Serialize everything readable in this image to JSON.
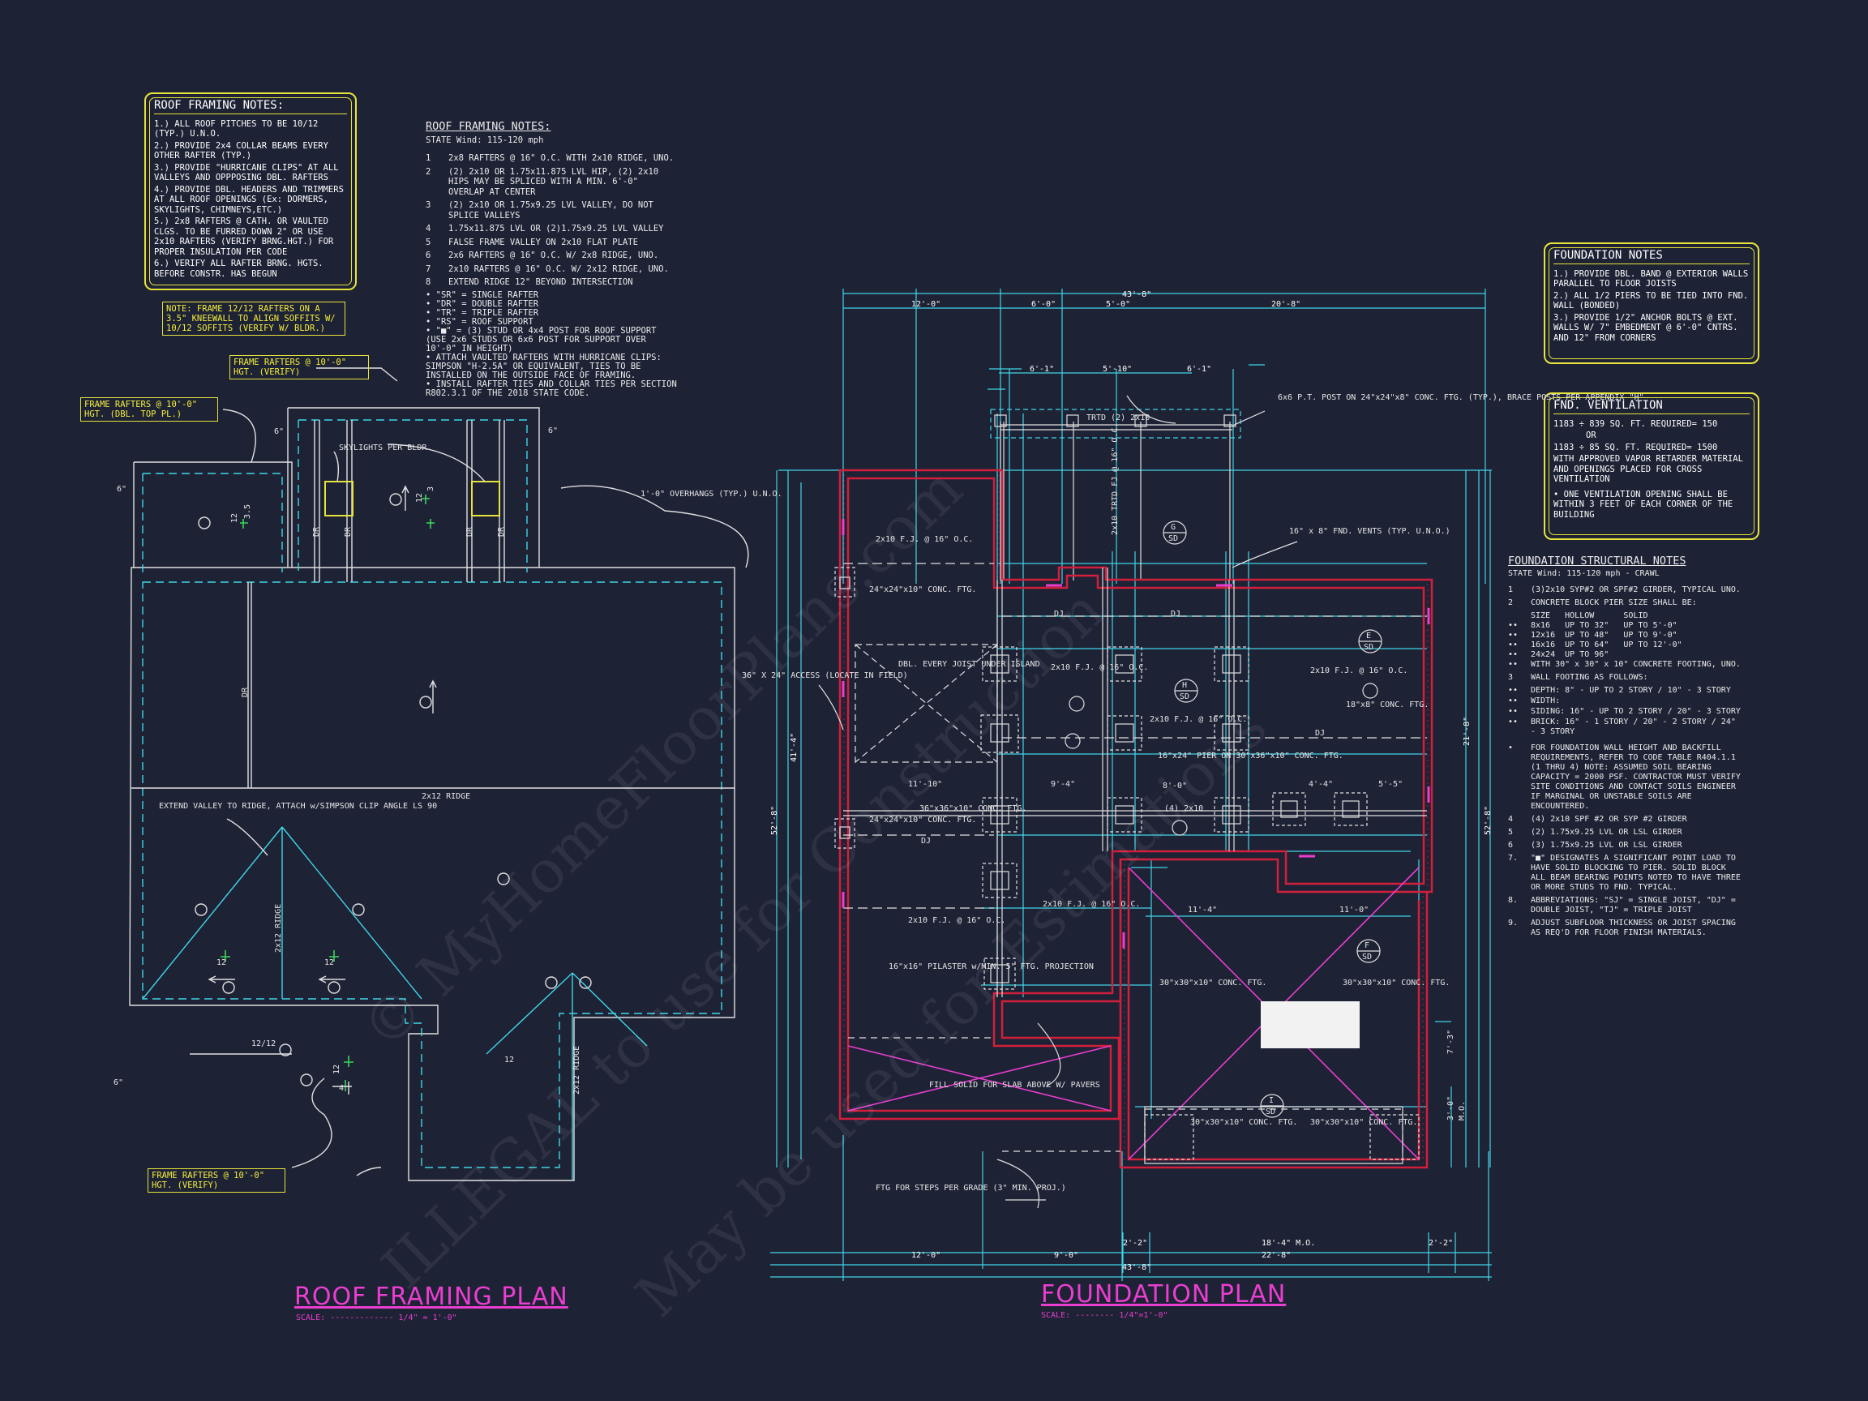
{
  "roof_notes_box": {
    "title": "ROOF FRAMING NOTES:",
    "items": [
      "1.) ALL ROOF PITCHES TO BE 10/12 (TYP.) U.N.O.",
      "2.) PROVIDE 2x4 COLLAR BEAMS EVERY OTHER RAFTER (TYP.)",
      "3.) PROVIDE \"HURRICANE CLIPS\" AT ALL VALLEYS AND OPPPOSING DBL. RAFTERS",
      "4.) PROVIDE DBL. HEADERS AND TRIMMERS AT ALL ROOF OPENINGS (Ex: DORMERS, SKYLIGHTS, CHIMNEYS,ETC.)",
      "5.) 2x8 RAFTERS @ CATH. OR VAULTED CLGS. TO BE FURRED DOWN 2\" OR USE 2x10 RAFTERS (VERIFY BRNG.HGT.) FOR PROPER INSULATION PER CODE",
      "6.) VERIFY ALL RAFTER BRNG. HGTS. BEFORE CONSTR. HAS BEGUN"
    ]
  },
  "roof_notes_yellow": [
    "NOTE: FRAME 12/12 RAFTERS ON A 3.5\" KNEEWALL TO ALIGN SOFFITS W/ 10/12 SOFFITS (VERIFY W/ BLDR.)",
    "FRAME RAFTERS @ 10'-0\" HGT. (VERIFY)",
    "FRAME RAFTERS @ 10'-0\" HGT. (DBL. TOP PL.)",
    "FRAME RAFTERS @ 10'-0\" HGT. (VERIFY)"
  ],
  "roof_framing_notes": {
    "title": "ROOF FRAMING NOTES:",
    "state": "STATE Wind: 115-120 mph",
    "items": [
      {
        "n": "1",
        "t": "2x8 RAFTERS @ 16\" O.C. WITH 2x10 RIDGE, UNO."
      },
      {
        "n": "2",
        "t": "(2) 2x10 OR 1.75x11.875 LVL HIP, (2) 2x10 HIPS MAY BE SPLICED WITH A MIN. 6'-0\" OVERLAP AT CENTER"
      },
      {
        "n": "3",
        "t": "(2) 2x10 OR 1.75x9.25 LVL VALLEY, DO NOT SPLICE VALLEYS"
      },
      {
        "n": "4",
        "t": "1.75x11.875 LVL OR (2)1.75x9.25 LVL VALLEY"
      },
      {
        "n": "5",
        "t": "FALSE FRAME VALLEY ON 2x10 FLAT PLATE"
      },
      {
        "n": "6",
        "t": "2x6 RAFTERS @ 16\" O.C. W/ 2x8 RIDGE, UNO."
      },
      {
        "n": "7",
        "t": "2x10 RAFTERS @ 16\" O.C. W/ 2x12 RIDGE, UNO."
      },
      {
        "n": "8",
        "t": "EXTEND RIDGE 12\" BEYOND INTERSECTION"
      }
    ],
    "bullets": [
      "\"SR\" = SINGLE RAFTER",
      "\"DR\" = DOUBLE RAFTER",
      "\"TR\" = TRIPLE RAFTER",
      "\"RS\" = ROOF SUPPORT",
      "\"■\" = (3) STUD OR 4x4 POST FOR ROOF SUPPORT (USE 2x6 STUDS OR 6x6 POST FOR SUPPORT OVER 10'-0\" IN HEIGHT)",
      "ATTACH VAULTED RAFTERS WITH HURRICANE CLIPS: SIMPSON \"H-2.5A\" OR EQUIVALENT, TIES TO BE INSTALLED ON THE OUTSIDE FACE OF FRAMING.",
      "INSTALL RAFTER TIES AND COLLAR TIES PER SECTION R802.3.1 OF THE 2018 STATE CODE."
    ]
  },
  "foundation_notes_box": {
    "title": "FOUNDATION NOTES",
    "items": [
      "1.) PROVIDE DBL. BAND @ EXTERIOR WALLS PARALLEL TO FLOOR JOISTS",
      "2.) ALL 1/2 PIERS TO BE TIED INTO FND. WALL (BONDED)",
      "3.) PROVIDE 1/2\" ANCHOR BOLTS @ EXT. WALLS W/ 7\" EMBEDMENT @ 6'-0\" CNTRS. AND 12\" FROM CORNERS"
    ]
  },
  "fnd_ventilation_box": {
    "title": "FND. VENTILATION",
    "items": [
      "1183 ÷ 839 SQ. FT. REQUIRED= 150",
      "OR",
      "1183 ÷ 85 SQ. FT. REQUIRED= 1500",
      "WITH APPROVED VAPOR RETARDER MATERIAL AND OPENINGS PLACED FOR CROSS VENTILATION",
      "• ONE VENTILATION OPENING SHALL BE WITHIN 3 FEET OF EACH CORNER OF THE BUILDING"
    ]
  },
  "foundation_structural_notes": {
    "title": "FOUNDATION STRUCTURAL NOTES",
    "state": "STATE Wind: 115-120 mph - CRAWL",
    "items": [
      {
        "n": "1",
        "t": "(3)2x10 SYP#2 OR SPF#2 GIRDER, TYPICAL UNO."
      },
      {
        "n": "2",
        "t": "CONCRETE BLOCK PIER SIZE SHALL BE:"
      },
      {
        "n": "",
        "t": "SIZE   HOLLOW      SOLID"
      },
      {
        "n": "••",
        "t": "8x16   UP TO 32\"   UP TO 5'-0\""
      },
      {
        "n": "••",
        "t": "12x16  UP TO 48\"   UP TO 9'-0\""
      },
      {
        "n": "••",
        "t": "16x16  UP TO 64\"   UP TO 12'-0\""
      },
      {
        "n": "••",
        "t": "24x24  UP TO 96\""
      },
      {
        "n": "••",
        "t": "WITH 30\" x 30\" x 10\" CONCRETE FOOTING, UNO."
      },
      {
        "n": "3",
        "t": "WALL FOOTING AS FOLLOWS:"
      },
      {
        "n": "••",
        "t": "DEPTH:  8\" - UP TO 2 STORY / 10\" - 3 STORY"
      },
      {
        "n": "••",
        "t": "WIDTH:"
      },
      {
        "n": "••",
        "t": "SIDING:  16\" - UP TO 2 STORY / 20\" - 3 STORY"
      },
      {
        "n": "••",
        "t": "BRICK:  16\" - 1 STORY / 20\" - 2 STORY / 24\" - 3 STORY"
      },
      {
        "n": "•",
        "t": "FOR FOUNDATION WALL HEIGHT AND BACKFILL REQUIREMENTS, REFER TO CODE TABLE R404.1.1 (1 THRU 4) NOTE: ASSUMED SOIL BEARING CAPACITY = 2000 PSF. CONTRACTOR MUST VERIFY SITE CONDITIONS AND CONTACT SOILS ENGINEER IF MARGINAL OR UNSTABLE SOILS ARE ENCOUNTERED."
      },
      {
        "n": "4",
        "t": "(4) 2x10 SPF #2 OR SYP #2 GIRDER"
      },
      {
        "n": "5",
        "t": "(2) 1.75x9.25 LVL OR LSL GIRDER"
      },
      {
        "n": "6",
        "t": "(3) 1.75x9.25 LVL OR LSL GIRDER"
      },
      {
        "n": "7.",
        "t": "\"■\" DESIGNATES A SIGNIFICANT POINT LOAD TO HAVE SOLID BLOCKING TO PIER. SOLID BLOCK ALL BEAM BEARING POINTS NOTED TO HAVE THREE OR MORE STUDS TO FND. TYPICAL."
      },
      {
        "n": "8.",
        "t": "ABBREVIATIONS: \"SJ\" = SINGLE JOIST, \"DJ\" = DOUBLE JOIST, \"TJ\" = TRIPLE JOIST"
      },
      {
        "n": "9.",
        "t": "ADJUST SUBFLOOR THICKNESS OR JOIST SPACING AS REQ'D FOR FLOOR FINISH MATERIALS."
      }
    ]
  },
  "roof_plan_labels": {
    "skylights": "SKYLIGHTS PER BLDR.",
    "overhangs": "1'-0\" OVERHANGS (TYP.) U.N.O.",
    "extend_valley": "EXTEND VALLEY TO RIDGE, ATTACH w/SIMPSON CLIP ANGLE LS 90",
    "ridge_main": "2x12 RIDGE",
    "ridge_v1": "2x12 RIDGE",
    "ridge_v2": "2x12 RIDGE",
    "dr": "DR",
    "pitch12": "12",
    "pitch35": "3.5",
    "pitch3": "3",
    "pitch4": "4",
    "pitch1212": "12/12",
    "dim6": "6\""
  },
  "foundation_plan_labels": {
    "overall_top": "43'-8\"",
    "dims_top": [
      "12'-0\"",
      "6'-0\"",
      "5'-0\"",
      "20'-8\""
    ],
    "dims_top2": [
      "6'-1\"",
      "5'-10\"",
      "6'-1\""
    ],
    "overall_bottom": "43'-8\"",
    "dims_bottom": [
      "12'-0\"",
      "9'-0\"",
      "22'-8\""
    ],
    "dims_bottom2": [
      "2'-2\"",
      "18'-4\" M.O.",
      "2'-2\""
    ],
    "overall_left": "52'-8\"",
    "dim_left2": "41'-4\"",
    "dim_right": "52'-8\"",
    "dim_right2": "21'-8\"",
    "trtd": "TRTD (2) 2x10",
    "trtd_v": "2x10 TRTD FJ @ 16\" O.C.",
    "post_note": "6x6 P.T. POST ON 24\"x24\"x8\" CONC. FTG. (TYP.), BRACE POSTS PER APPENDIX \"H\"",
    "vents": "16\" x 8\" FND. VENTS (TYP. U.N.O.)",
    "access": "36\" X 24\" ACCESS (LOCATE IN FIELD)",
    "dbl_joist": "DBL. EVERY JOIST UNDER ISLAND",
    "fj_labels": [
      "2x10 F.J. @ 16\" O.C.",
      "2x10 F.J. @ 16\" O.C.",
      "2x10 F.J. @ 16\" O.C.",
      "2x10 F.J. @ 16\" O.C.",
      "2x10 F.J. @ 16\" O.C.",
      "2x10 F.J. @ 16\" O.C."
    ],
    "ftg_24": "24\"x24\"x10\" CONC. FTG.",
    "ftg_24b": "24\"x24\"x10\" CONC. FTG.",
    "ftg_36": "36\"x36\"x10\" CONC. FTG.",
    "ftg_18": "18\"x8\" CONC. FTG.",
    "pier_16": "16\"x24\" PIER ON 30\"x36\"x10\" CONC. FTG.",
    "pilaster": "16\"x16\" PILASTER w/MIN. 5\" FTG. PROJECTION",
    "ftg_30a": "30\"x30\"x10\" CONC. FTG.",
    "ftg_30b": "30\"x30\"x10\" CONC. FTG.",
    "ftg_30c": "30\"x30\"x10\" CONC. FTG.",
    "ftg_30d": "30\"x30\"x10\" CONC. FTG.",
    "fill_solid": "FILL SOLID FOR SLAB ABOVE W/ PAVERS",
    "steps": "FTG FOR STEPS PER GRADE (3\" MIN. PROJ.)",
    "dj": "DJ",
    "mo": "M.O.",
    "fj_4": "(4) 2x10",
    "dim_11_10": "11'-10\"",
    "dim_9_4": "9'-4\"",
    "dim_4_4": "4'-4\"",
    "dim_5_5": "5'-5\"",
    "dim_11_4": "11'-4\"",
    "dim_11_0": "11'-0\"",
    "dim_8_0": "8'-0\"",
    "dim_7_3": "7'-3\"",
    "dim_3_0": "3'-0\"",
    "section_tags": [
      "G",
      "E",
      "H",
      "F",
      "I"
    ],
    "section_sub": "SD"
  },
  "titles": {
    "roof": "ROOF FRAMING PLAN",
    "roof_scale": "SCALE: ------------- 1/4\" = 1'-0\"",
    "foundation": "FOUNDATION PLAN",
    "foundation_scale": "SCALE: -------- 1/4\"=1'-0\""
  },
  "watermark": {
    "line1": "© MyHomeFloorPlans.com",
    "line2": "ILLEGAL to use for Construction",
    "line3": "May be used for Estimations"
  },
  "colors": {
    "background": "#1e2235",
    "cyan": "#3fd6e6",
    "yellow": "#e8e43a",
    "magenta": "#e93ecf",
    "red": "#d21f3c",
    "white": "#e6e6e6"
  }
}
